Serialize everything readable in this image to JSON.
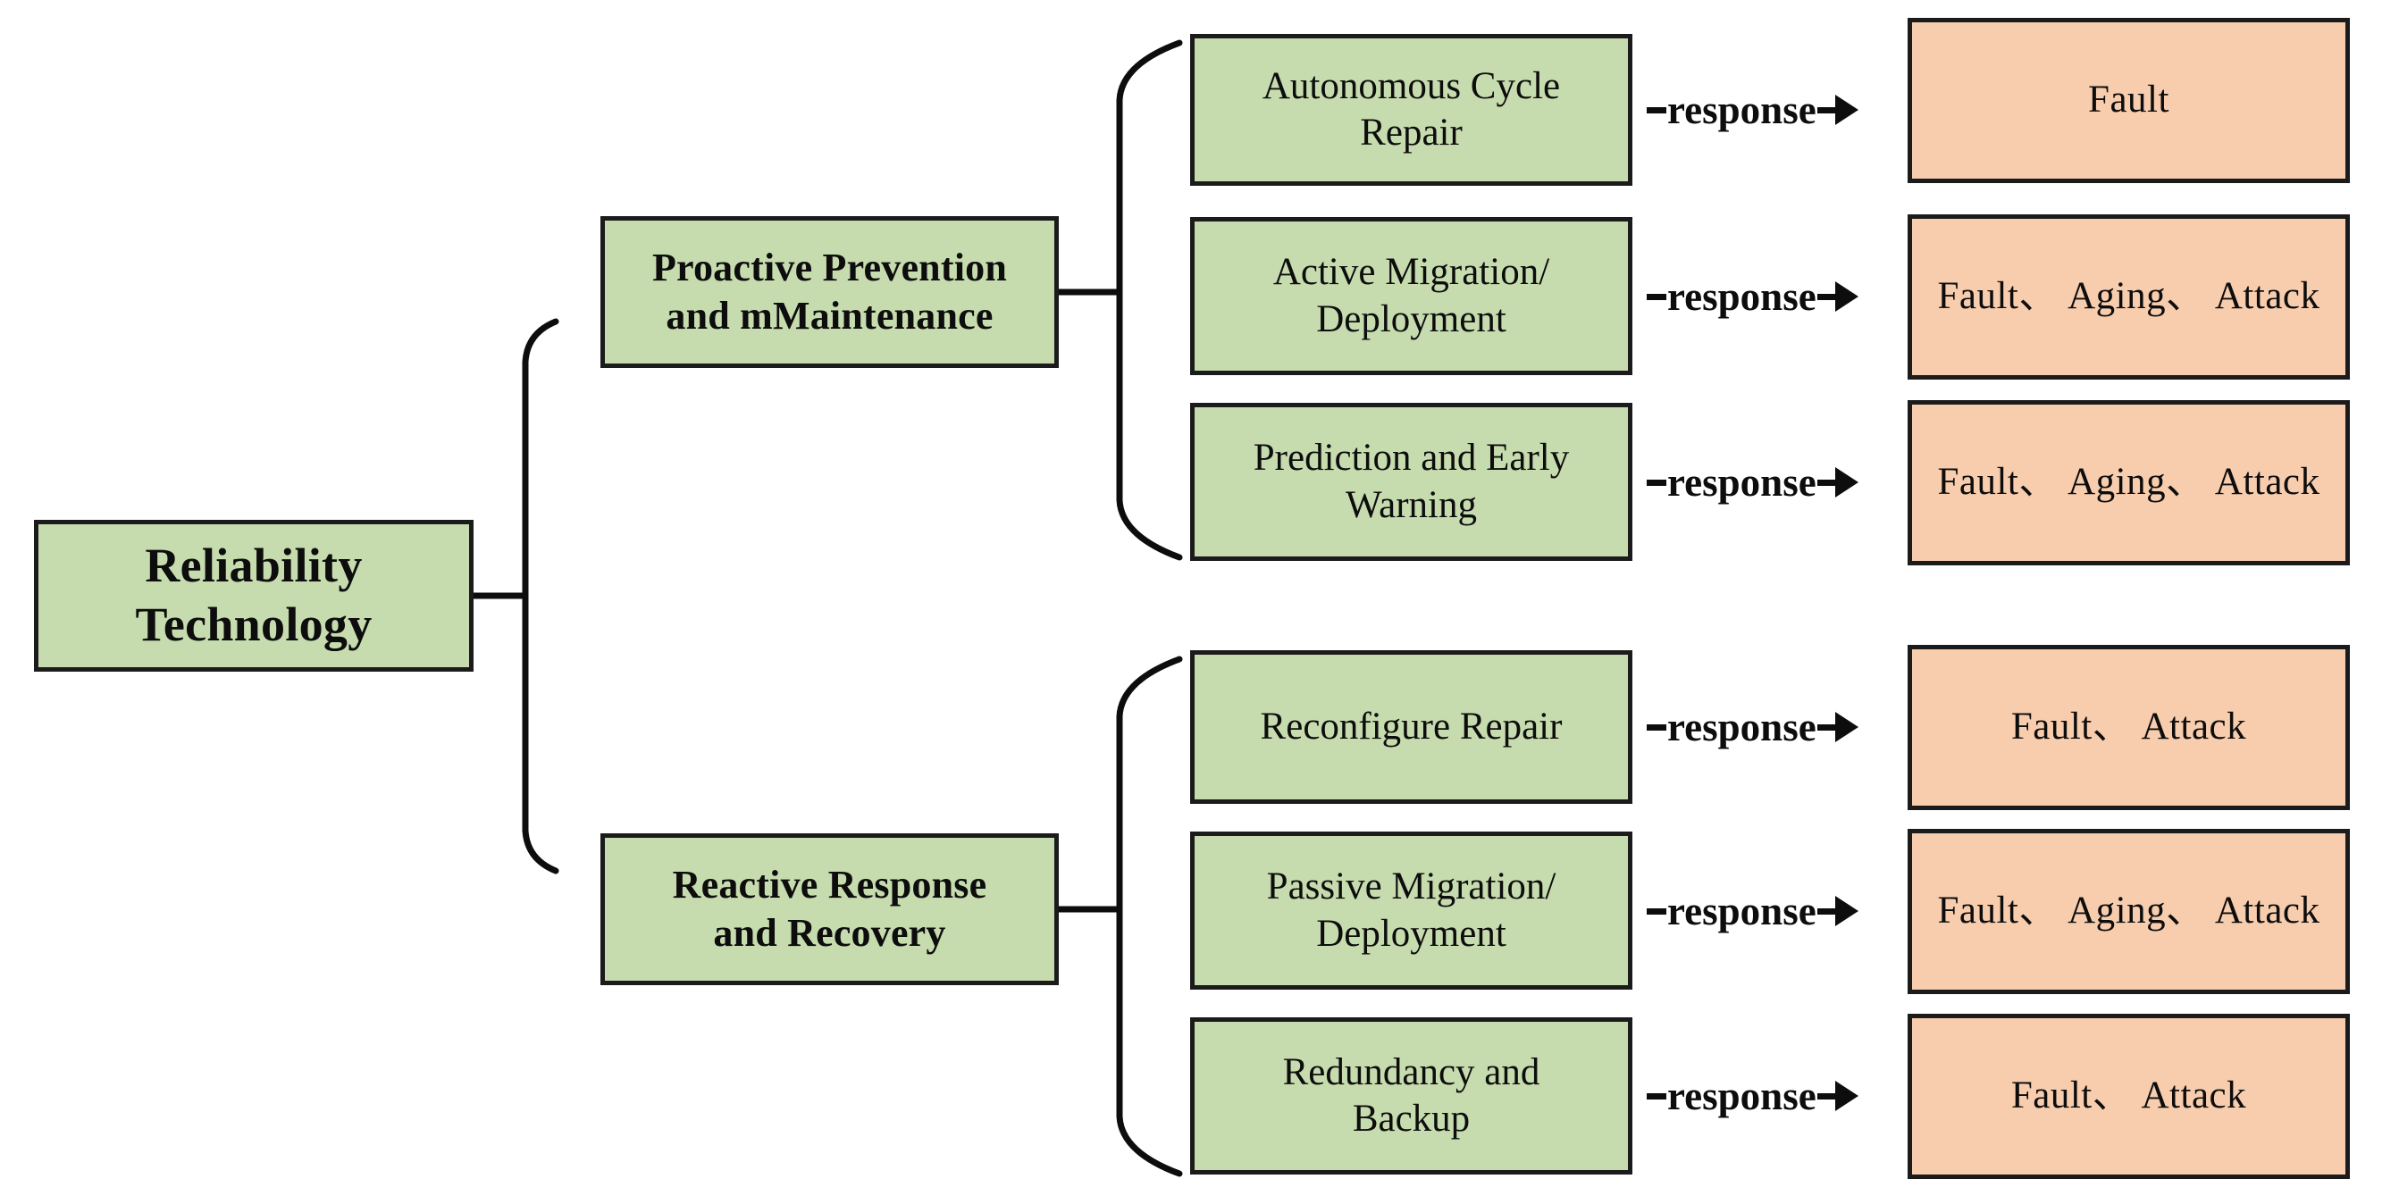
{
  "diagram": {
    "title": "Reliability Technology taxonomy",
    "colors": {
      "green_fill": "#c7dcae",
      "orange_fill": "#f7cdae",
      "border": "#1b1b1b",
      "connector": "#0d0d0d",
      "text": "#0d0d0d",
      "background": "#ffffff"
    },
    "root": {
      "label": "Reliability\nTechnology"
    },
    "branches": [
      {
        "label": "Proactive Prevention\nand mMaintenance",
        "children": [
          {
            "label": "Autonomous Cycle\nRepair",
            "relation": "response",
            "outcome": "Fault"
          },
          {
            "label": "Active Migration/\nDeployment",
            "relation": "response",
            "outcome": "Fault、 Aging、 Attack"
          },
          {
            "label": "Prediction and Early\nWarning",
            "relation": "response",
            "outcome": "Fault、 Aging、 Attack"
          }
        ]
      },
      {
        "label": "Reactive Response\nand Recovery",
        "children": [
          {
            "label": "Reconfigure Repair",
            "relation": "response",
            "outcome": "Fault、 Attack"
          },
          {
            "label": "Passive Migration/\nDeployment",
            "relation": "response",
            "outcome": "Fault、 Aging、 Attack"
          },
          {
            "label": "Redundancy and\nBackup",
            "relation": "response",
            "outcome": "Fault、 Attack"
          }
        ]
      }
    ]
  }
}
